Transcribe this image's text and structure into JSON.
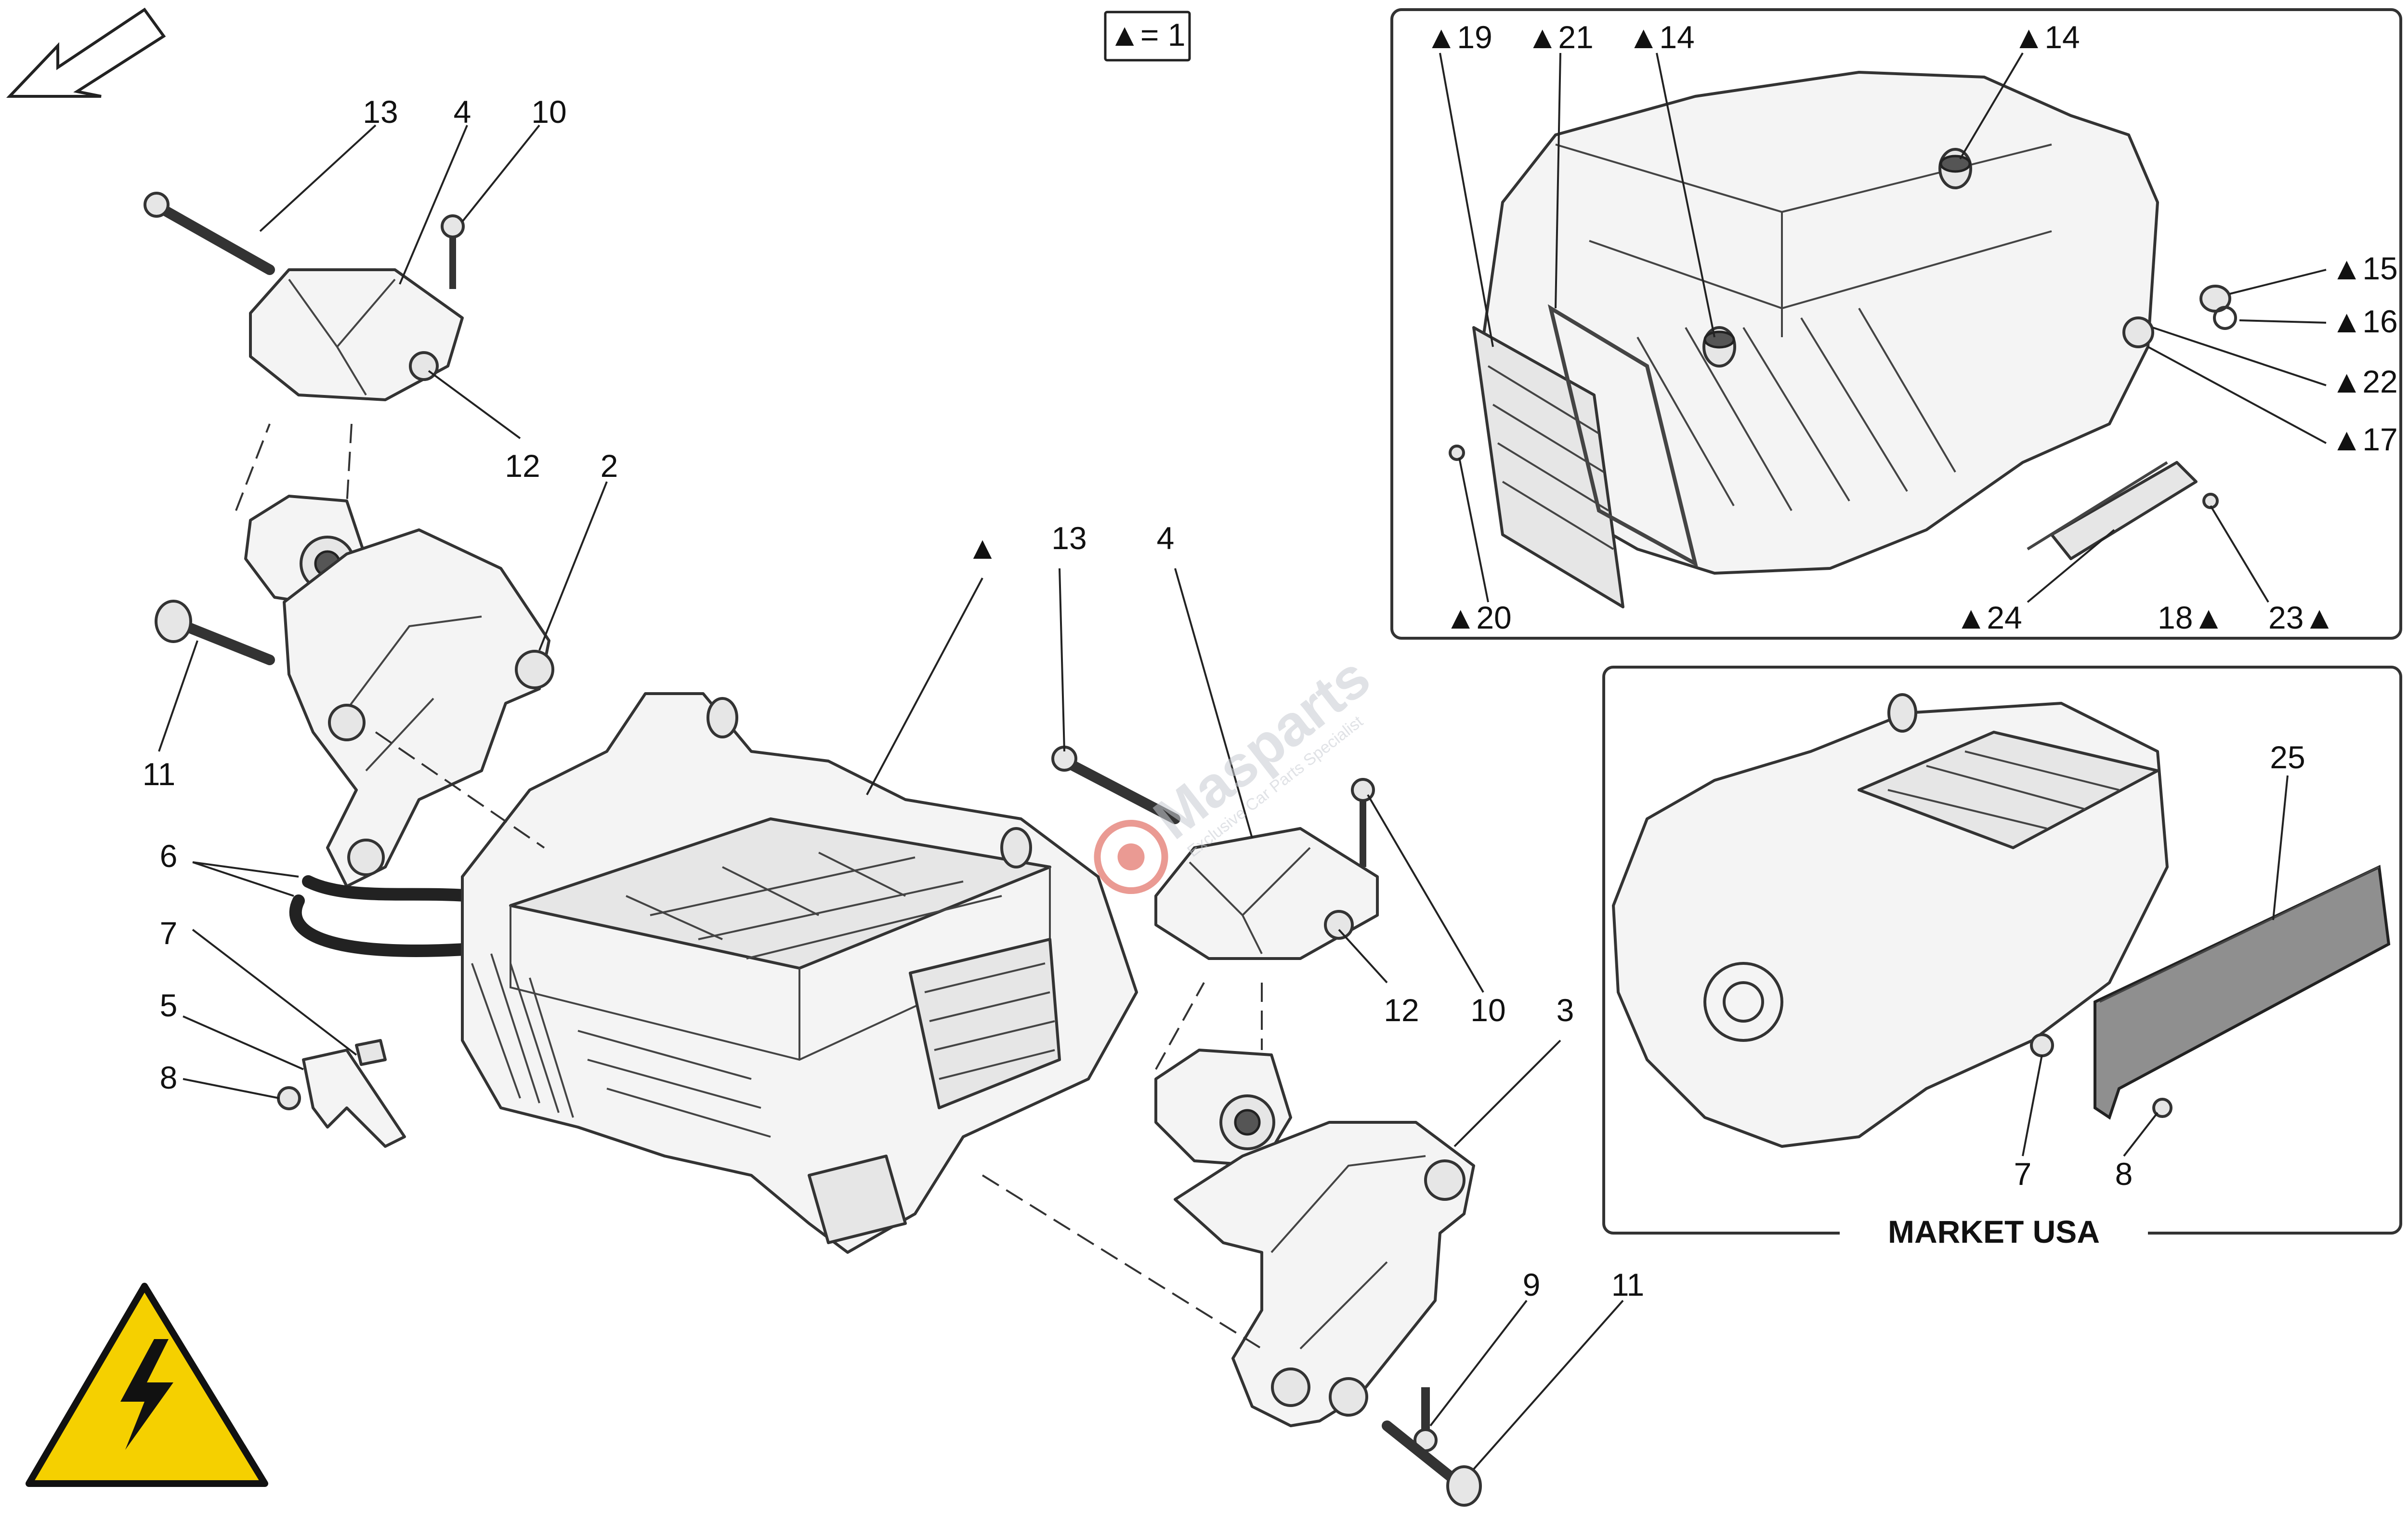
{
  "legend_box": {
    "text": "▲= 1"
  },
  "main_labels": {
    "l13a": "13",
    "l4a": "4",
    "l10a": "10",
    "l12a": "12",
    "l2": "2",
    "l11a": "11",
    "l6": "6",
    "l7a": "7",
    "l5": "5",
    "l8a": "8",
    "ltri": "▲",
    "l13b": "13",
    "l4b": "4",
    "l10b": "10",
    "l12b": "12",
    "l3": "3",
    "l9": "9",
    "l11b": "11"
  },
  "inset_top_labels": {
    "l19": "▲19",
    "l21": "▲21",
    "l14a": "▲14",
    "l14b": "▲14",
    "l15": "▲15",
    "l16": "▲16",
    "l22": "▲22",
    "l17": "▲17",
    "l20": "▲20",
    "l24": "▲24",
    "l18": "18▲",
    "l23": "23▲"
  },
  "inset_usa": {
    "title": "MARKET USA",
    "l25": "25",
    "l7": "7",
    "l8": "8"
  },
  "watermark": {
    "brand": "Masparts",
    "tagline": "Exclusive Car Parts Specialist"
  },
  "icons": [
    "direction-arrow-icon",
    "high-voltage-warning-icon"
  ],
  "colors": {
    "warning_yellow": "#f5d000",
    "watermark_red": "#d9483b",
    "line": "#222222"
  }
}
